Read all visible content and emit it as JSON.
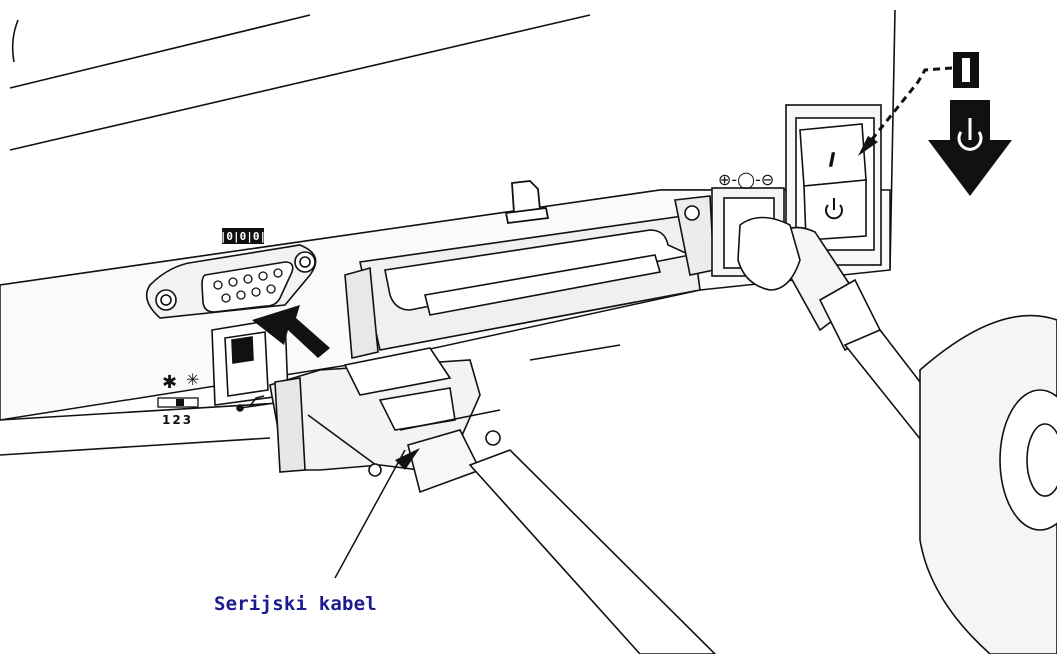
{
  "labels": {
    "cable": "Serijski kabel",
    "switch_on": "I",
    "switch_symbol_on": "I",
    "serial_port_icon": "|0|0|0|",
    "dip_numbers": "123",
    "polarity": "⊕-◯-⊖"
  },
  "icons": {
    "power": "power-icon",
    "usb": "usb-icon",
    "parallel": "printer-doc-icon",
    "serial": "serial-port-icon",
    "dip": "dip-switch-icon"
  },
  "colors": {
    "line": "#111111",
    "fill_light": "#f2f2f2",
    "label": "#1b1b8f"
  }
}
